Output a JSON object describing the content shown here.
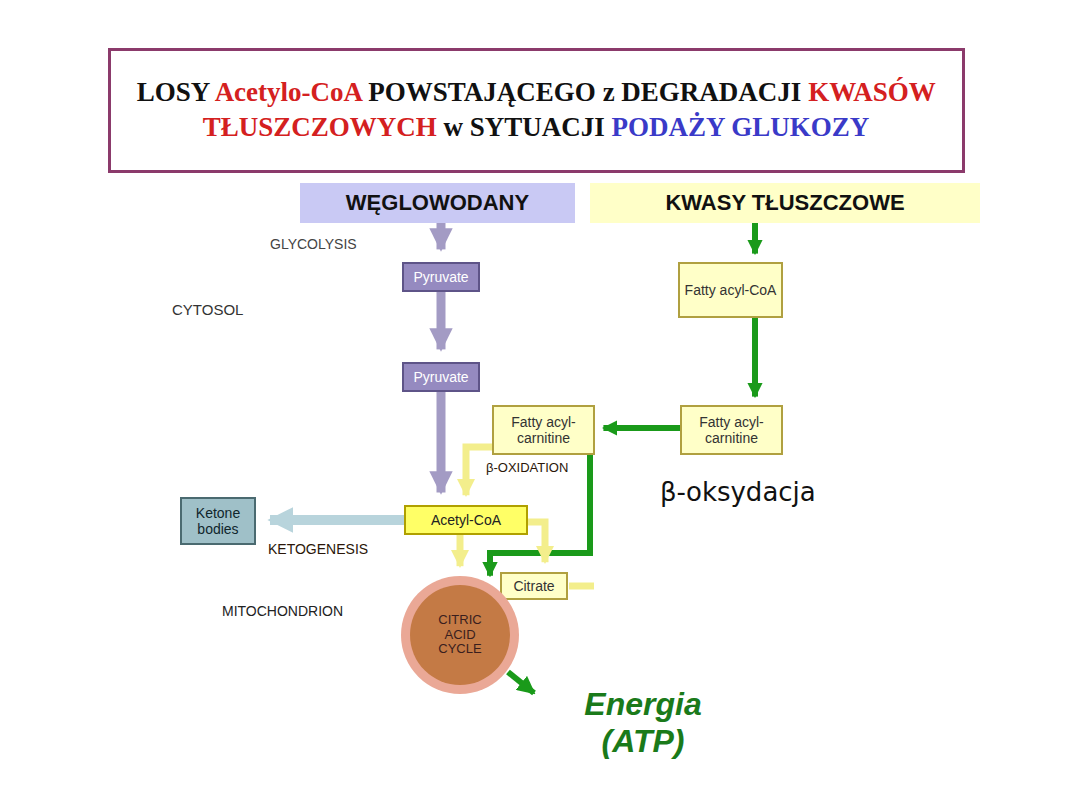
{
  "diagram": {
    "title": "LOSY Acetylo-CoA POWSTAJĄCEGO z DEGRADACJI KWASÓW TŁUSZCZOWYCH w SYTUACJI PODAŻY GLUKOZY",
    "nodes": [
      {
        "text": [
          "WĘGLOWODANY"
        ]
      },
      {
        "text": [
          "KWASY TŁUSZCZOWE"
        ]
      },
      {
        "text": [
          "Pyruvate"
        ]
      },
      {
        "text": [
          "Fatty acyl-CoA"
        ]
      },
      {
        "text": [
          "MITOCHONDRION"
        ]
      },
      {
        "text": [
          "Pyruvate"
        ],
        "in": 4
      },
      {
        "text": [
          "Fatty acyl-carnitine"
        ],
        "in": 4
      },
      {
        "text": [
          "Fatty acyl-carnitine"
        ]
      },
      {
        "text": [
          "Ketone bodies"
        ],
        "in": 4
      },
      {
        "text": [
          "Acetyl-CoA"
        ],
        "in": 4
      },
      {
        "text": [
          "Citrate"
        ],
        "in": 4
      },
      {
        "text": [
          "CITRIC ACID CYCLE"
        ],
        "in": 4
      }
    ],
    "edges": [
      {
        "from": 0,
        "to": 2,
        "arrow": "to"
      },
      {
        "from": 2,
        "to": 5,
        "arrow": "to"
      },
      {
        "from": 5,
        "to": 9,
        "arrow": "to"
      },
      {
        "from": 1,
        "to": 3,
        "arrow": "to"
      },
      {
        "from": 3,
        "to": 7,
        "arrow": "to"
      },
      {
        "from": 7,
        "to": 6,
        "arrow": "to"
      },
      {
        "from": 6,
        "to": 9,
        "arrow": "to"
      },
      {
        "from": 6,
        "to": 11,
        "arrow": "to"
      },
      {
        "from": 9,
        "to": 8,
        "arrow": "to"
      },
      {
        "from": 9,
        "to": 11,
        "arrow": "to"
      },
      {
        "from": 9,
        "to": 10,
        "arrow": "to"
      }
    ],
    "labels": [
      "GLYCOLYSIS",
      "CYTOSOL",
      "β-OXIDATION",
      "β-oksydacja",
      "KETOGENESIS",
      "Energia (ATP)"
    ]
  }
}
